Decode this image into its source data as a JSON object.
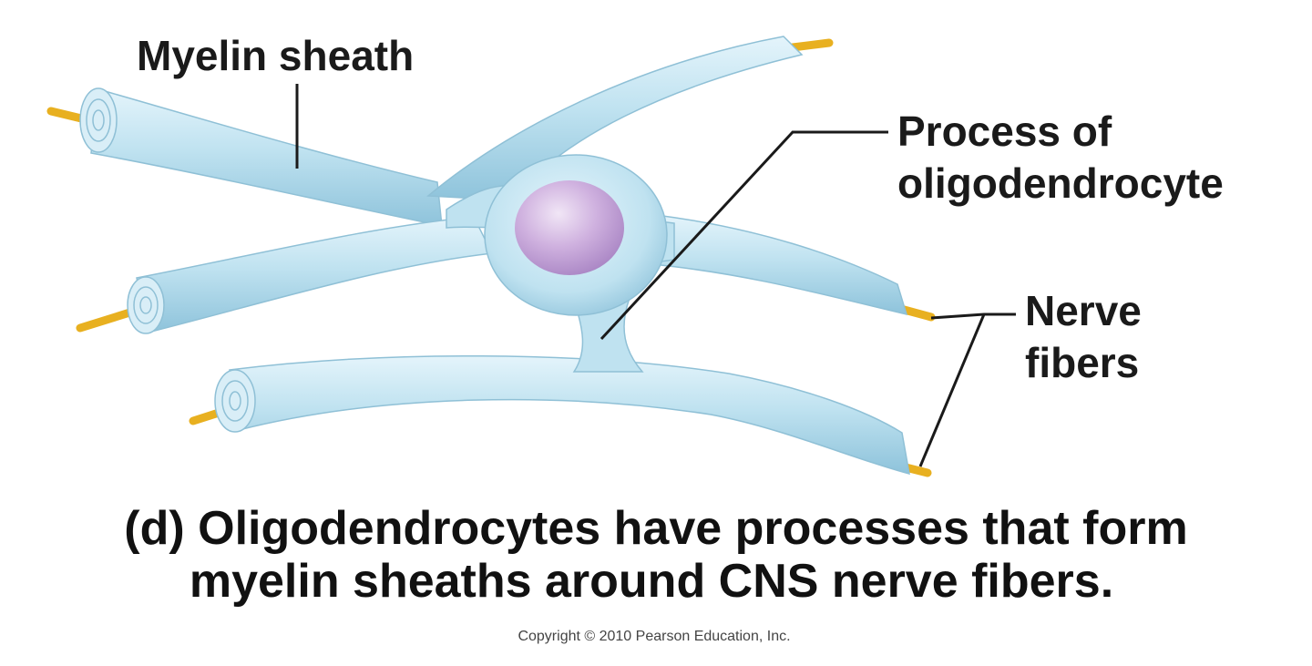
{
  "labels": {
    "myelin_sheath": "Myelin sheath",
    "process_line1": "Process of",
    "process_line2": "oligodendrocyte",
    "nerve_line1": "Nerve",
    "nerve_line2": "fibers"
  },
  "caption": {
    "line1": "(d) Oligodendrocytes have processes that form",
    "line2": "myelin sheaths around CNS nerve fibers."
  },
  "copyright": "Copyright © 2010 Pearson Education, Inc.",
  "colors": {
    "sheath": "#bfe2f0",
    "sheath_edge": "#8fc0d6",
    "nucleus": "#c8a8d8",
    "axon": "#e8b020"
  }
}
